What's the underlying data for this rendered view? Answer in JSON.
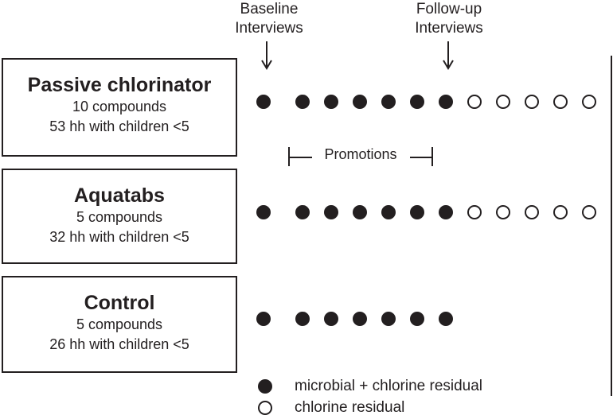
{
  "headers": {
    "baseline": [
      "Baseline",
      "Interviews"
    ],
    "followup": [
      "Follow-up",
      "Interviews"
    ]
  },
  "groups": [
    {
      "title": "Passive chlorinator",
      "line1": "10 compounds",
      "line2": "53 hh with children <5"
    },
    {
      "title": "Aquatabs",
      "line1": "5 compounds",
      "line2": "32 hh with children <5"
    },
    {
      "title": "Control",
      "line1": "5 compounds",
      "line2": "26 hh with children <5"
    }
  ],
  "promotions_label": "Promotions",
  "rows": [
    [
      "F",
      "F",
      "F",
      "F",
      "F",
      "F",
      "F",
      "O",
      "O",
      "O",
      "O",
      "O"
    ],
    [
      "F",
      "F",
      "F",
      "F",
      "F",
      "F",
      "F",
      "O",
      "O",
      "O",
      "O",
      "O"
    ],
    [
      "F",
      "F",
      "F",
      "F",
      "F",
      "F",
      "F"
    ]
  ],
  "legend": {
    "filled": "microbial + chlorine residual",
    "open": "chlorine residual"
  }
}
